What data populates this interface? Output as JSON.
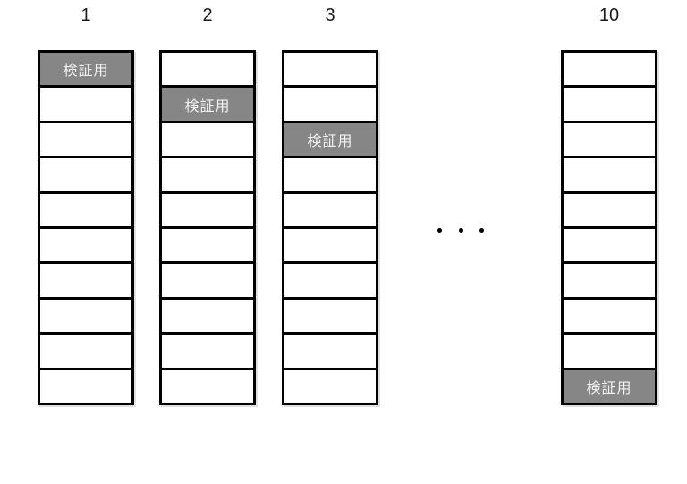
{
  "diagram": {
    "validation_label": "検証用",
    "rows_per_column": 10,
    "columns": [
      {
        "label": "1",
        "validation_row": 1
      },
      {
        "label": "2",
        "validation_row": 2
      },
      {
        "label": "3",
        "validation_row": 3
      },
      {
        "label": "10",
        "validation_row": 10
      }
    ],
    "separator": "・・・",
    "colors": {
      "background": "#ffffff",
      "cell_fill": "#ffffff",
      "validation_fill": "#868686",
      "validation_text": "#f2f2f2",
      "border": "#000000",
      "label_text": "#1c1c1c"
    }
  }
}
